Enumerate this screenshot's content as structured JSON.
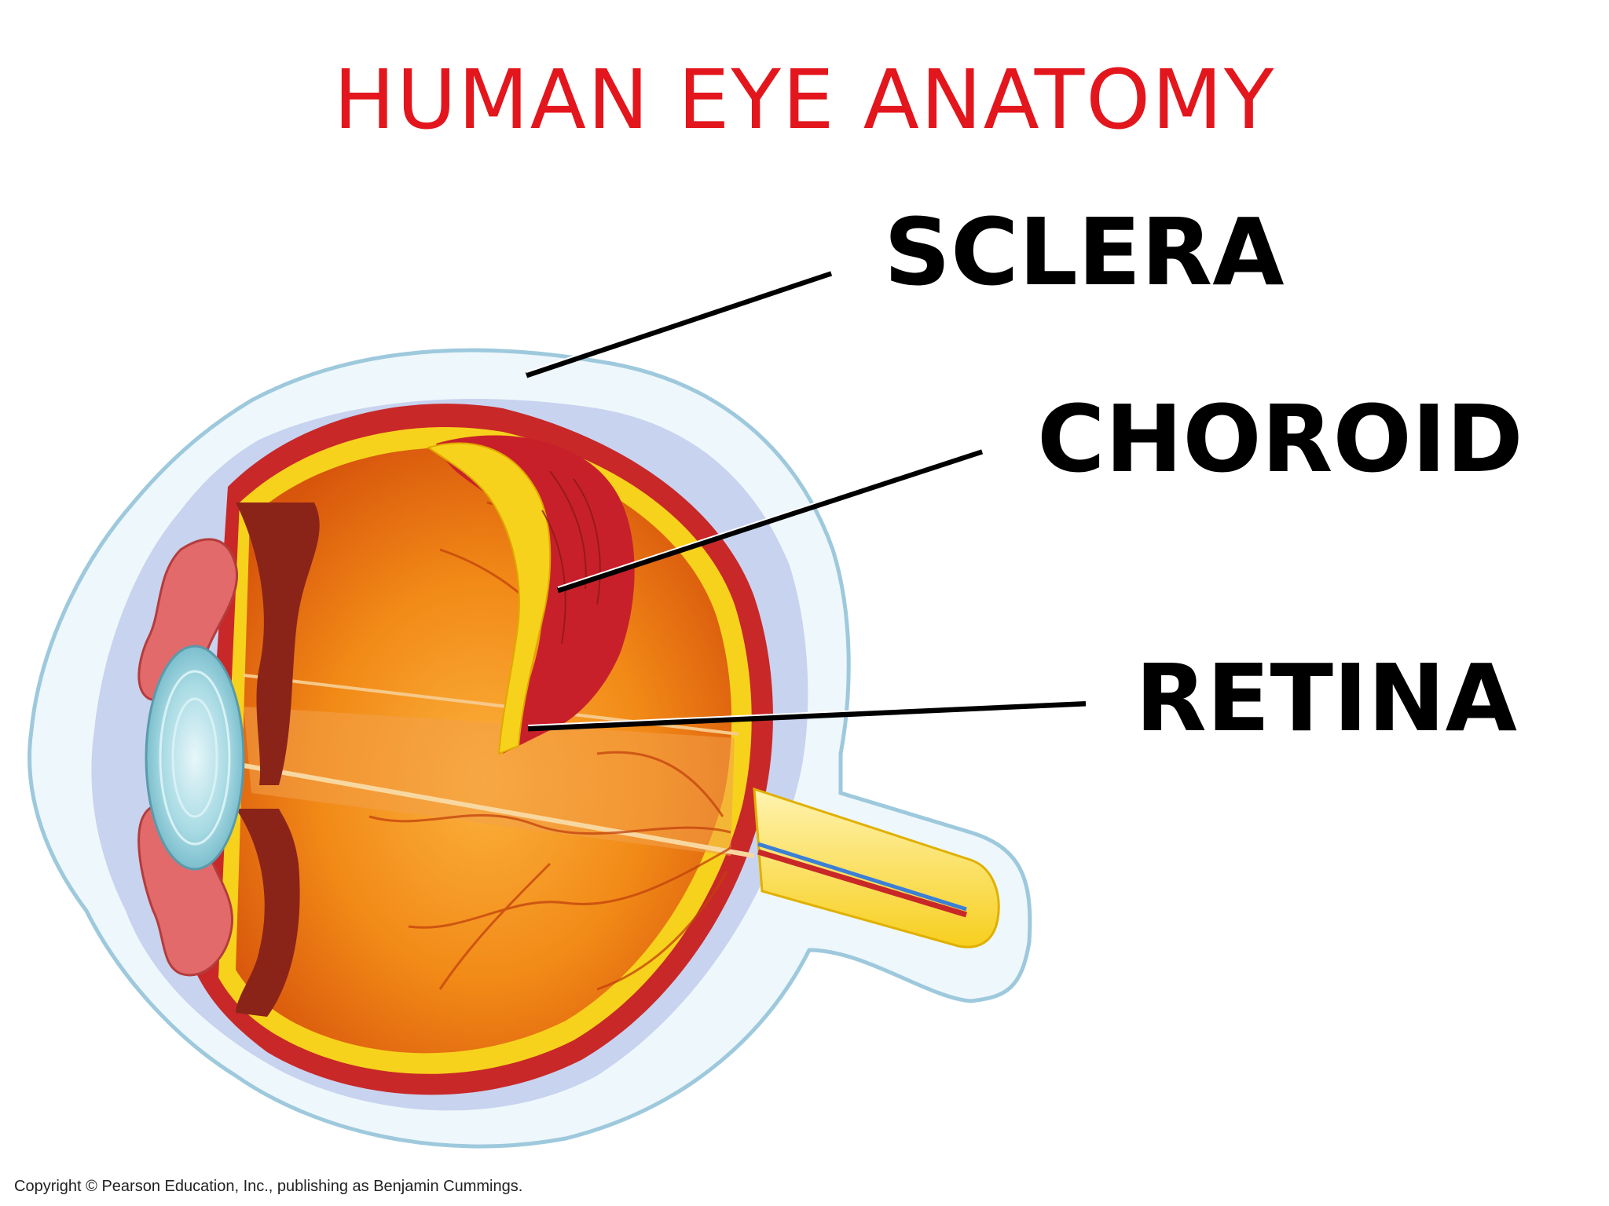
{
  "title": "HUMAN EYE ANATOMY",
  "labels": {
    "sclera": "SCLERA",
    "choroid": "CHOROID",
    "retina": "RETINA"
  },
  "copyright": "Copyright © Pearson Education, Inc., publishing as Benjamin Cummings.",
  "colors": {
    "title": "#e2161c",
    "sclera_white": "#eef7fb",
    "sclera_edge": "#9ec9dd",
    "vitreous_blue": "#c8d3ef",
    "choroid_red": "#c82828",
    "retina_yellow": "#f7d21c",
    "interior_orange": "#f07c10",
    "lens": "#9fd6e0"
  }
}
